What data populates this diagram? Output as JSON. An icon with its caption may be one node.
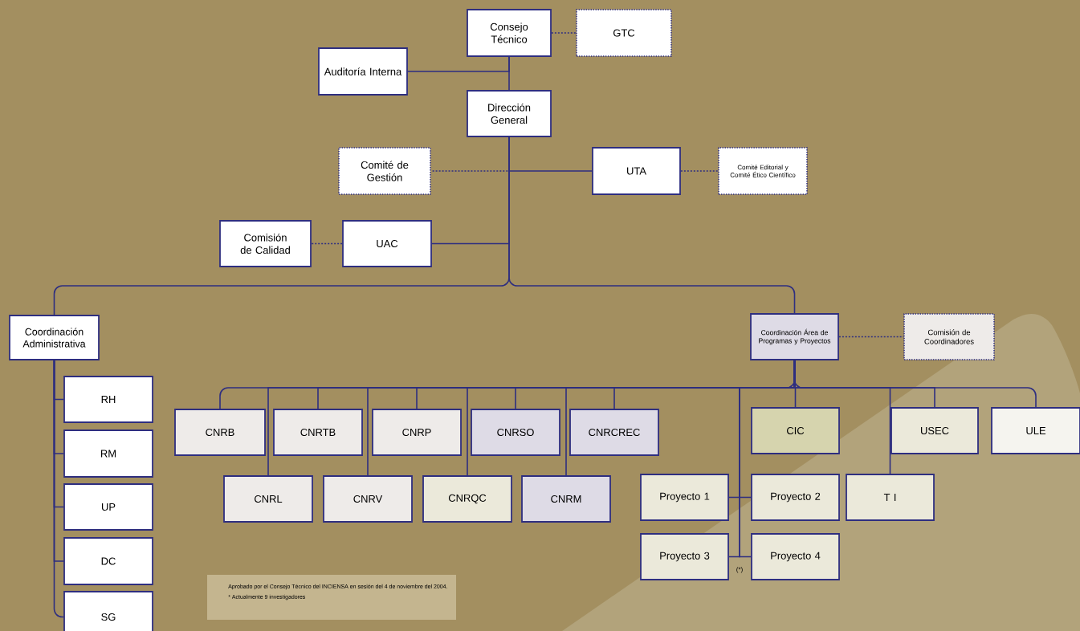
{
  "diagram": {
    "nodes": [
      {
        "text": [
          "Consejo Técnico"
        ]
      },
      {
        "text": [
          "GTC"
        ]
      },
      {
        "text": [
          "Auditoría Interna"
        ]
      },
      {
        "text": [
          "Dirección General"
        ]
      },
      {
        "text": [
          "Comité de Gestión"
        ]
      },
      {
        "text": [
          "UTA"
        ]
      },
      {
        "text": [
          "Comité Editorial y Comité Ético Científico"
        ]
      },
      {
        "text": [
          "Comisión de Calidad"
        ]
      },
      {
        "text": [
          "UAC"
        ]
      },
      {
        "text": [
          "Coordinación Administrativa"
        ]
      },
      {
        "text": [
          "Coordinación Área de Programas y Proyectos"
        ]
      },
      {
        "text": [
          "Comisión de Coordinadores"
        ]
      },
      {
        "text": [
          "RH"
        ]
      },
      {
        "text": [
          "RM"
        ]
      },
      {
        "text": [
          "UP"
        ]
      },
      {
        "text": [
          "DC"
        ]
      },
      {
        "text": [
          "SG"
        ]
      },
      {
        "text": [
          "CNRB"
        ]
      },
      {
        "text": [
          "CNRTB"
        ]
      },
      {
        "text": [
          "CNRP"
        ]
      },
      {
        "text": [
          "CNRSO"
        ]
      },
      {
        "text": [
          "CNRCREC"
        ]
      },
      {
        "text": [
          "CNRL"
        ]
      },
      {
        "text": [
          "CNRV"
        ]
      },
      {
        "text": [
          "CNRQC"
        ]
      },
      {
        "text": [
          "CNRM"
        ]
      },
      {
        "text": [
          "CIC"
        ]
      },
      {
        "text": [
          "USEC"
        ]
      },
      {
        "text": [
          "ULE"
        ]
      },
      {
        "text": [
          "Proyecto 1"
        ]
      },
      {
        "text": [
          "Proyecto 2"
        ]
      },
      {
        "text": [
          "T I"
        ]
      },
      {
        "text": [
          "Proyecto 3"
        ]
      },
      {
        "text": [
          "Proyecto 4"
        ]
      }
    ],
    "edges": [
      {
        "from": 0,
        "to": 1,
        "arrow": "none",
        "style": "dashed"
      },
      {
        "from": 0,
        "to": 2,
        "arrow": "none"
      },
      {
        "from": 0,
        "to": 3,
        "arrow": "none"
      },
      {
        "from": 3,
        "to": 4,
        "arrow": "none",
        "style": "dashed"
      },
      {
        "from": 3,
        "to": 5,
        "arrow": "none"
      },
      {
        "from": 5,
        "to": 6,
        "arrow": "none",
        "style": "dashed"
      },
      {
        "from": 3,
        "to": 8,
        "arrow": "none"
      },
      {
        "from": 8,
        "to": 7,
        "arrow": "none",
        "style": "dashed"
      },
      {
        "from": 3,
        "to": 9,
        "arrow": "none"
      },
      {
        "from": 3,
        "to": 10,
        "arrow": "none"
      },
      {
        "from": 10,
        "to": 11,
        "arrow": "none",
        "style": "dashed"
      },
      {
        "from": 9,
        "to": 12,
        "arrow": "none"
      },
      {
        "from": 9,
        "to": 13,
        "arrow": "none"
      },
      {
        "from": 9,
        "to": 14,
        "arrow": "none"
      },
      {
        "from": 9,
        "to": 15,
        "arrow": "none"
      },
      {
        "from": 9,
        "to": 16,
        "arrow": "none"
      },
      {
        "from": 10,
        "to": 17,
        "arrow": "none"
      },
      {
        "from": 10,
        "to": 22,
        "arrow": "none"
      },
      {
        "from": 10,
        "to": 18,
        "arrow": "none"
      },
      {
        "from": 10,
        "to": 23,
        "arrow": "none"
      },
      {
        "from": 10,
        "to": 19,
        "arrow": "none"
      },
      {
        "from": 10,
        "to": 24,
        "arrow": "none"
      },
      {
        "from": 10,
        "to": 20,
        "arrow": "none"
      },
      {
        "from": 10,
        "to": 25,
        "arrow": "none"
      },
      {
        "from": 10,
        "to": 21,
        "arrow": "none"
      },
      {
        "from": 10,
        "to": 29,
        "arrow": "none"
      },
      {
        "from": 10,
        "to": 30,
        "arrow": "none"
      },
      {
        "from": 10,
        "to": 32,
        "arrow": "none"
      },
      {
        "from": 10,
        "to": 33,
        "arrow": "none"
      },
      {
        "from": 10,
        "to": 26,
        "arrow": "none"
      },
      {
        "from": 10,
        "to": 31,
        "arrow": "none"
      },
      {
        "from": 10,
        "to": 27,
        "arrow": "none"
      },
      {
        "from": 10,
        "to": 28,
        "arrow": "none"
      }
    ],
    "labels": [
      "(*)",
      "Aprobado por el Consejo Técnico del INCIENSA en sesión del 4 de noviembre del 2004.",
      "* Actualmente 9 investigadores"
    ]
  }
}
